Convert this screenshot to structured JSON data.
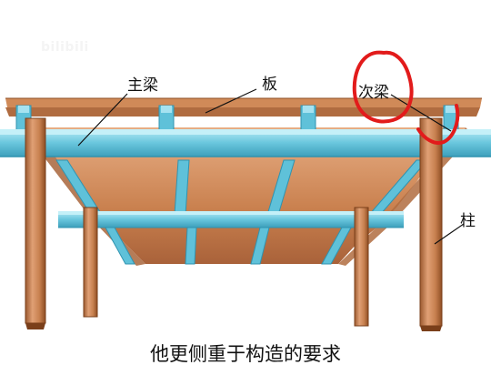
{
  "watermark": "bilibili",
  "labels": {
    "main_beam": "主梁",
    "slab": "板",
    "secondary_beam": "次梁",
    "column": "柱"
  },
  "caption": "他更侧重于构造的要求",
  "colors": {
    "wood": "#c9804e",
    "wood_dark": "#8e4e24",
    "wood_light": "#e8b088",
    "steel": "#5fc1d9",
    "steel_light": "#a6e2f0",
    "steel_dark": "#2f93b0",
    "annotation": "#e21b1b"
  }
}
